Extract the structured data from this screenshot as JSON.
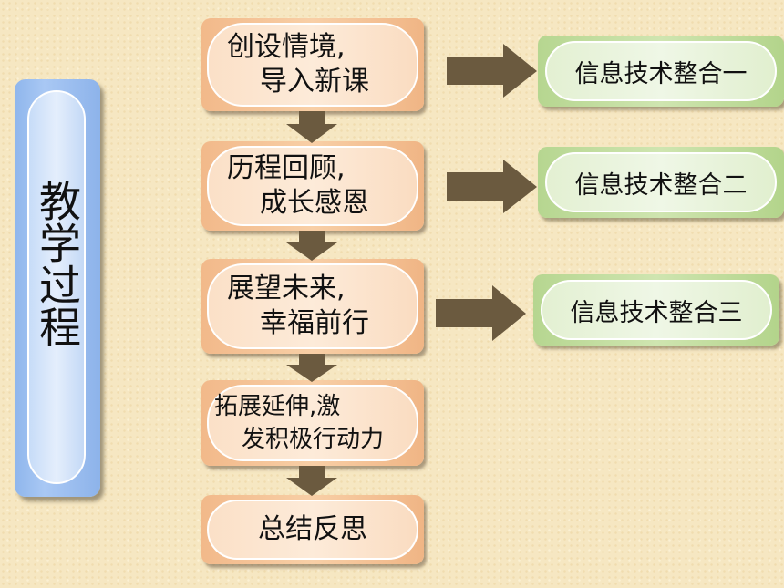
{
  "side_title": "教学过程",
  "steps": [
    {
      "line1": "创设情境,",
      "line2": "导入新课"
    },
    {
      "line1": "历程回顾,",
      "line2": "成长感恩"
    },
    {
      "line1": "展望未来,",
      "line2": "幸福前行"
    },
    {
      "line1": "拓展延伸,激",
      "line2": "发积极行动力"
    },
    {
      "line1": "总结反思",
      "line2": ""
    }
  ],
  "integrations": [
    {
      "label": "信息技术整合一"
    },
    {
      "label": "信息技术整合二"
    },
    {
      "label": "信息技术整合三"
    }
  ],
  "colors": {
    "background": "#f6e7c2",
    "side_panel": "#8fb6ec",
    "step_box": "#f2b98a",
    "integration_box": "#b6d690",
    "arrow": "#6b5a3f"
  }
}
